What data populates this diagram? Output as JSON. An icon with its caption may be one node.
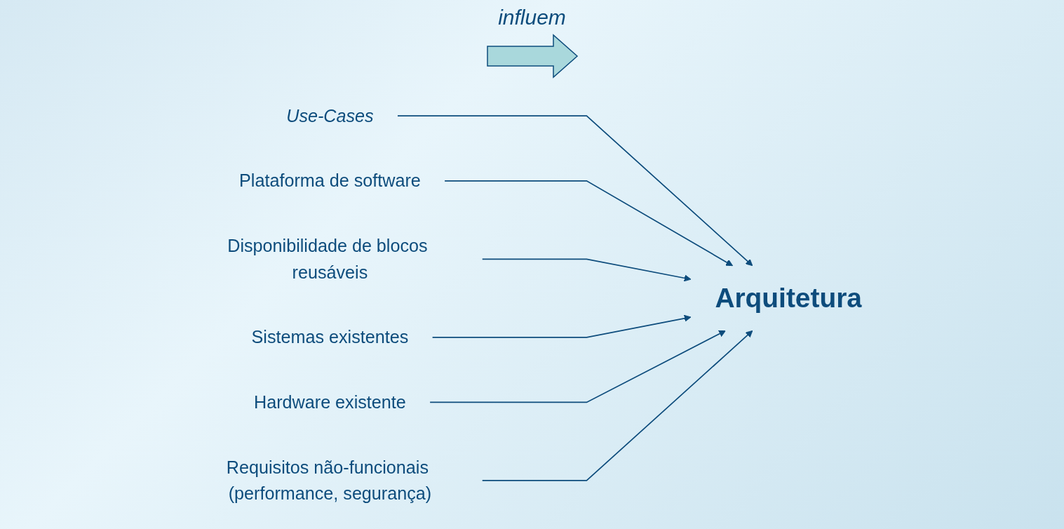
{
  "diagram": {
    "nodes": [
      {
        "text": [
          "Use-Cases"
        ]
      },
      {
        "text": [
          "Plataforma de software"
        ]
      },
      {
        "text": [
          "Disponibilidade de blocos reusáveis"
        ]
      },
      {
        "text": [
          "Sistemas existentes"
        ]
      },
      {
        "text": [
          "Hardware existente"
        ]
      },
      {
        "text": [
          "Requisitos não-funcionais (performance, segurança)"
        ]
      },
      {
        "text": [
          "Arquitetura"
        ]
      }
    ],
    "edges": [
      {
        "from": 0,
        "to": 6,
        "arrow": "to"
      },
      {
        "from": 1,
        "to": 6,
        "arrow": "to"
      },
      {
        "from": 2,
        "to": 6,
        "arrow": "to"
      },
      {
        "from": 3,
        "to": 6,
        "arrow": "to"
      },
      {
        "from": 4,
        "to": 6,
        "arrow": "to"
      },
      {
        "from": 5,
        "to": 6,
        "arrow": "to"
      }
    ],
    "labels": [
      "influem"
    ]
  }
}
